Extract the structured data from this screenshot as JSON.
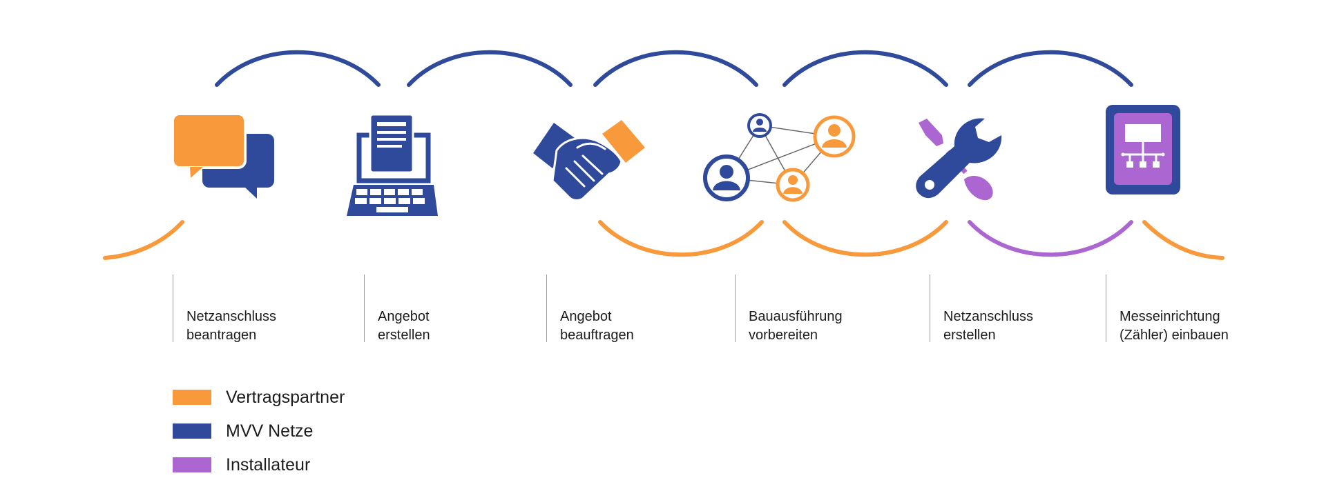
{
  "colors": {
    "orange": "#f8993b",
    "blue": "#2f4a9a",
    "purple": "#ab66d1"
  },
  "steps": [
    {
      "line1": "Netzanschluss",
      "line2": "beantragen",
      "icon": "chat-bubbles-icon",
      "lower_arc": "orange"
    },
    {
      "line1": "Angebot",
      "line2": "erstellen",
      "icon": "laptop-document-icon",
      "lower_arc": "none"
    },
    {
      "line1": "Angebot",
      "line2": "beauftragen",
      "icon": "handshake-icon",
      "lower_arc": "orange"
    },
    {
      "line1": "Bauausführung",
      "line2": "vorbereiten",
      "icon": "network-people-icon",
      "lower_arc": "orange"
    },
    {
      "line1": "Netzanschluss",
      "line2": "erstellen",
      "icon": "wrench-screwdriver-icon",
      "lower_arc": "purple"
    },
    {
      "line1": "Messeinrichtung",
      "line2": "(Zähler) einbauen",
      "icon": "meter-icon",
      "lower_arc": "orange"
    }
  ],
  "legend": [
    {
      "label": "Vertragspartner",
      "color": "orange"
    },
    {
      "label": "MVV Netze",
      "color": "blue"
    },
    {
      "label": "Installateur",
      "color": "purple"
    }
  ]
}
